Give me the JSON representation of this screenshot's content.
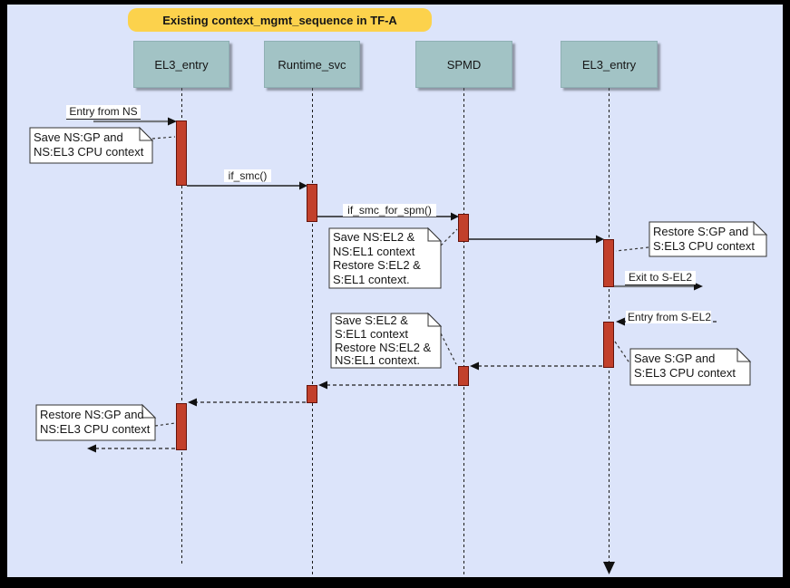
{
  "diagram": {
    "title": "Existing context_mgmt_sequence in TF-A",
    "participants": [
      {
        "label": "EL3_entry"
      },
      {
        "label": "Runtime_svc"
      },
      {
        "label": "SPMD"
      },
      {
        "label": "EL3_entry"
      }
    ],
    "messages": {
      "entry_from_ns": "Entry from NS",
      "if_smc": "if_smc()",
      "if_smc_for_spm": "if_smc_for_spm()",
      "exit_to_s_el2": "Exit to S-EL2",
      "entry_from_s_el2": "Entry from S-EL2"
    },
    "notes": {
      "save_ns_gp": "Save NS:GP and\nNS:EL3 CPU context",
      "save_ns_el2": "Save NS:EL2 &\nNS:EL1 context\nRestore S:EL2 &\nS:EL1 context.",
      "restore_s_gp": "Restore S:GP and\nS:EL3 CPU context",
      "save_s_gp": "Save S:GP and\nS:EL3 CPU context",
      "save_s_el2": "Save S:EL2 &\nS:EL1 context\nRestore NS:EL2 &\nNS:EL1 context.",
      "restore_ns_gp": "Restore NS:GP and\nNS:EL3 CPU context"
    },
    "colors": {
      "frame": "#000000",
      "background": "#dce4fa",
      "title_fill": "#fcd24c",
      "participant_fill": "#a2c3c5",
      "activation_fill": "#c2402b",
      "activation_border": "#66120a",
      "note_fill": "#ffffff",
      "line": "#1f1f1f"
    }
  }
}
